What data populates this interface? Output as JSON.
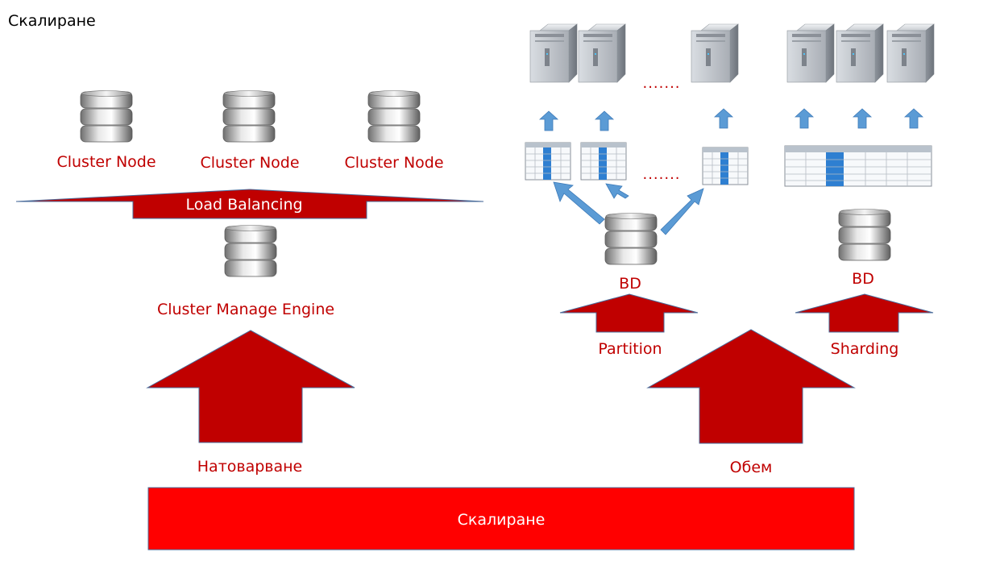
{
  "title": "Скалиране",
  "cluster": {
    "nodes": [
      "Cluster Node",
      "Cluster Node",
      "Cluster Node"
    ],
    "load_balancing": "Load Balancing",
    "engine": "Cluster Manage Engine"
  },
  "partition": {
    "db_label": "BD",
    "label": "Partition",
    "dots_servers": ".......",
    "dots_tables": "......."
  },
  "sharding": {
    "db_label": "BD",
    "label": "Sharding"
  },
  "arrows": {
    "load": "Натоварване",
    "volume": "Обем"
  },
  "base_bar": "Скалиране",
  "colors": {
    "dark_red": "#c00000",
    "bright_red": "#ff0000",
    "blue_arrow": "#5b9bd5",
    "server_gray": "#b8bcc2"
  }
}
